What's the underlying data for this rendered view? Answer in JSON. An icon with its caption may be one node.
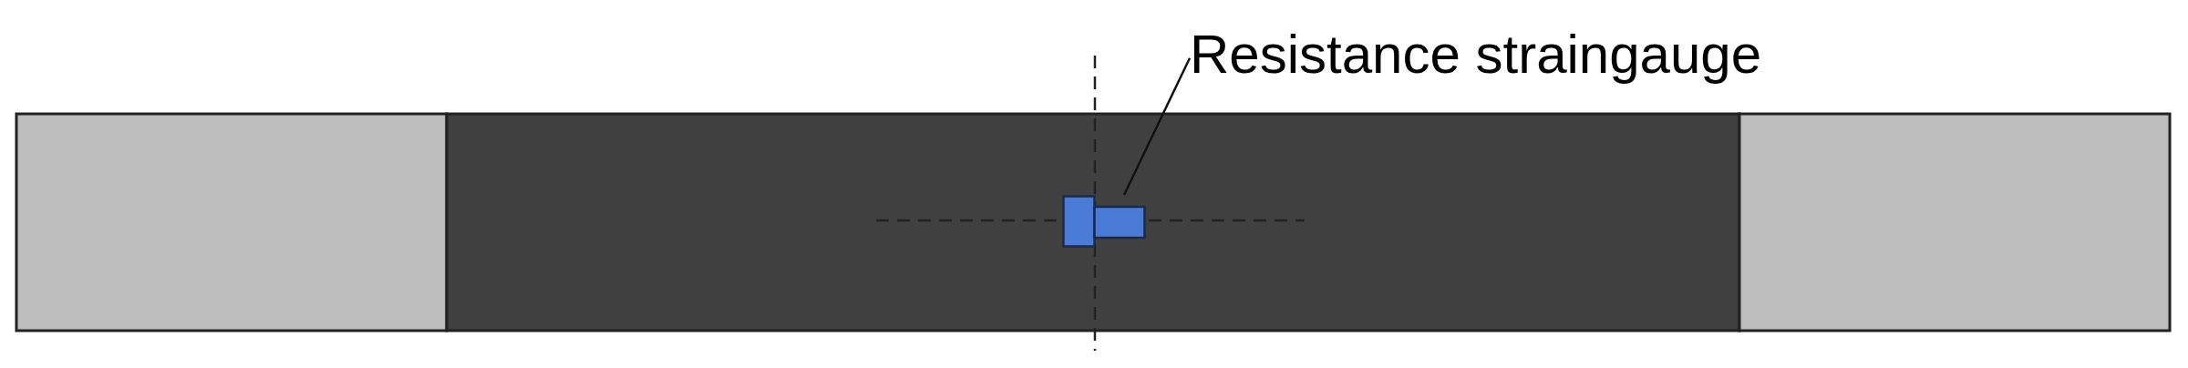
{
  "diagram": {
    "nodes": [
      {
        "text": [
          "Resistance straingauge"
        ]
      },
      {
        "text": [],
        "shape": "box"
      }
    ],
    "edges": [
      {
        "from": 0,
        "to": 1,
        "arrow": "none"
      }
    ]
  }
}
